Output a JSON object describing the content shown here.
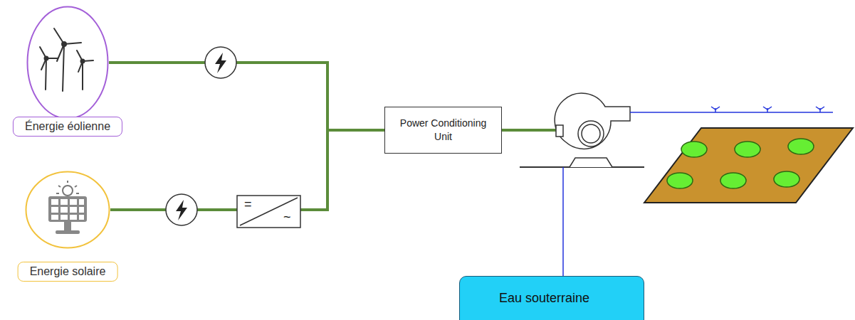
{
  "diagram": {
    "nodes": [
      {
        "text": [
          "Énergie éolienne"
        ]
      },
      {
        "text": [
          "Energie solaire"
        ]
      },
      {
        "text": [
          "Power Conditioning Unit"
        ]
      },
      {
        "text": [
          "Eau souterraine"
        ]
      }
    ],
    "edges": [
      {
        "from": 0,
        "to": 2,
        "arrow": "none"
      },
      {
        "from": 1,
        "to": 2,
        "arrow": "none"
      }
    ],
    "labels": [
      "=",
      "~"
    ]
  }
}
